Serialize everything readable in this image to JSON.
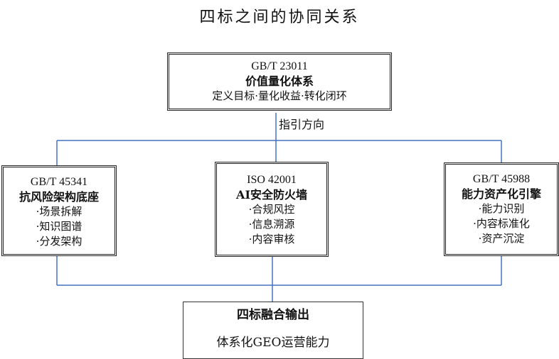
{
  "title": "四标之间的协同关系",
  "guide_label": "指引方向",
  "top": {
    "code": "GB/T 23011",
    "name": "价值量化体系",
    "desc": "定义目标·量化收益·转化闭环"
  },
  "left": {
    "code": "GB/T 45341",
    "name": "抗风险架构底座",
    "items": [
      "·场景拆解",
      "·知识图谱",
      "·分发架构"
    ]
  },
  "mid": {
    "code": "ISO 42001",
    "name": "AI安全防火墙",
    "items": [
      "·合规风控",
      "·信息溯源",
      "·内容审核"
    ]
  },
  "right": {
    "code": "GB/T 45988",
    "name": "能力资产化引擎",
    "items": [
      "·能力识别",
      "·内容标准化",
      "·资产沉淀"
    ]
  },
  "bottom": {
    "name": "四标融合输出",
    "desc": "体系化GEO运营能力"
  },
  "colors": {
    "connector": "#4472c4",
    "border": "#222222"
  }
}
